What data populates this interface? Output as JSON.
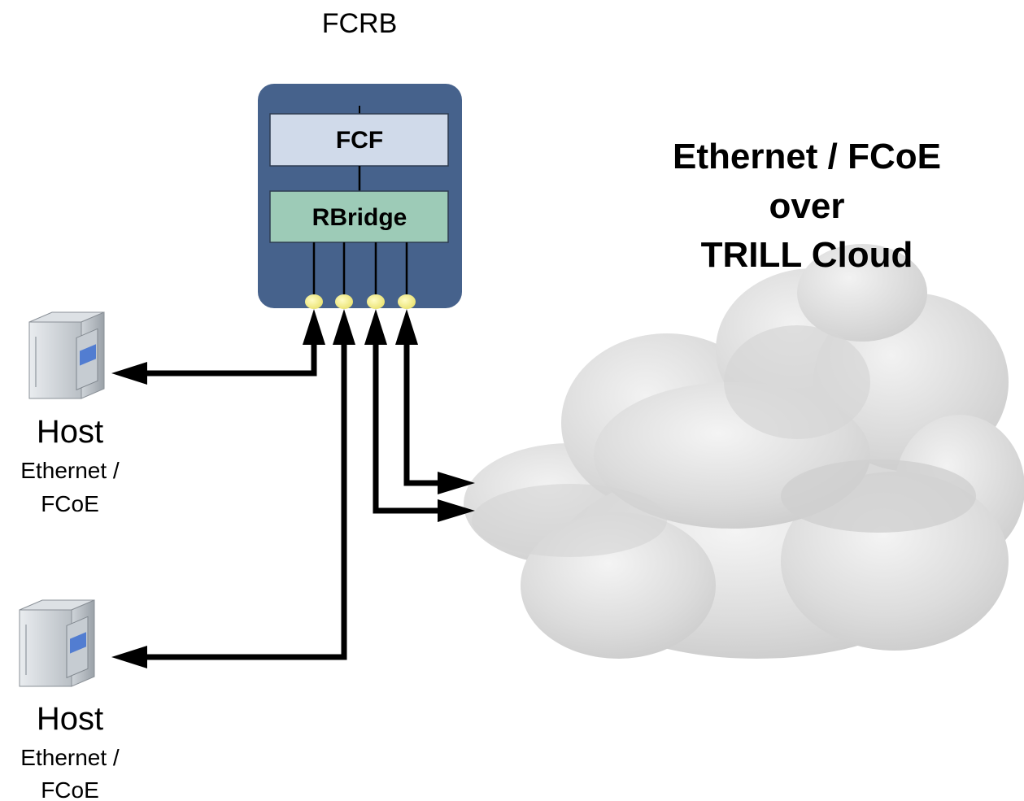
{
  "device": {
    "title": "FCRB",
    "fcf_label": "FCF",
    "rbridge_label": "RBridge",
    "chassis_color": "#46628c",
    "fcf_color": "#d0daea",
    "rbridge_color": "#9dcbb7",
    "port_color": "#f6f28a"
  },
  "cloud": {
    "title_line1": "Ethernet / FCoE",
    "title_line2": "over",
    "title_line3": "TRILL Cloud"
  },
  "hosts": [
    {
      "icon": "server-tower-icon",
      "name": "Host",
      "sub1": "Ethernet /",
      "sub2": "FCoE"
    },
    {
      "icon": "server-tower-icon",
      "name": "Host",
      "sub1": "Ethernet /",
      "sub2": "FCoE"
    }
  ]
}
